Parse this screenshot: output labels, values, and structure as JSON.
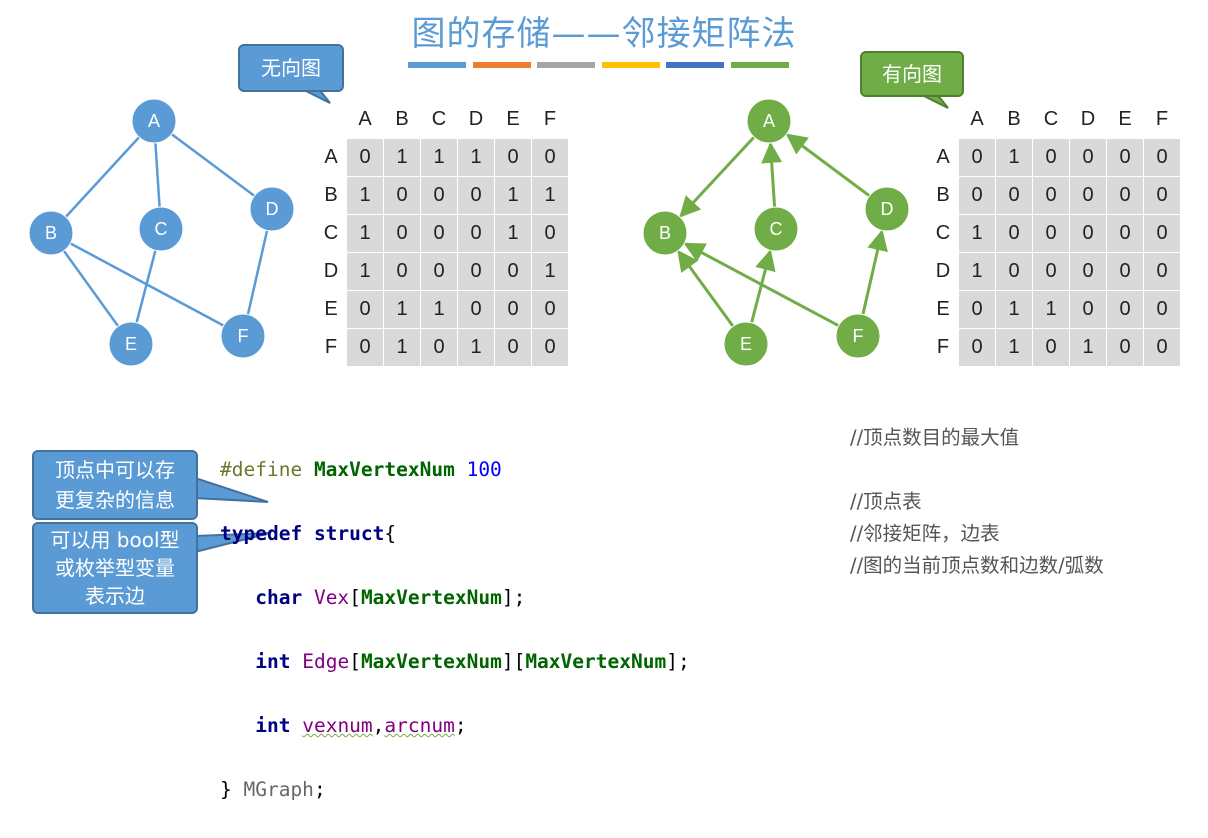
{
  "title": "图的存储——邻接矩阵法",
  "color_bars": [
    "#5b9bd5",
    "#ed7d31",
    "#a5a5a5",
    "#ffc000",
    "#4472c4",
    "#70ad47"
  ],
  "undirected": {
    "callout": "无向图",
    "node_color": "#5b9bd5",
    "edge_color": "#5b9bd5",
    "nodes": [
      "A",
      "B",
      "C",
      "D",
      "E",
      "F"
    ],
    "edges": [
      [
        "A",
        "B"
      ],
      [
        "A",
        "C"
      ],
      [
        "A",
        "D"
      ],
      [
        "B",
        "E"
      ],
      [
        "B",
        "F"
      ],
      [
        "C",
        "E"
      ],
      [
        "D",
        "F"
      ]
    ],
    "col_headers": [
      "A",
      "B",
      "C",
      "D",
      "E",
      "F"
    ],
    "row_headers": [
      "A",
      "B",
      "C",
      "D",
      "E",
      "F"
    ],
    "matrix": [
      [
        "0",
        "1",
        "1",
        "1",
        "0",
        "0"
      ],
      [
        "1",
        "0",
        "0",
        "0",
        "1",
        "1"
      ],
      [
        "1",
        "0",
        "0",
        "0",
        "1",
        "0"
      ],
      [
        "1",
        "0",
        "0",
        "0",
        "0",
        "1"
      ],
      [
        "0",
        "1",
        "1",
        "0",
        "0",
        "0"
      ],
      [
        "0",
        "1",
        "0",
        "1",
        "0",
        "0"
      ]
    ]
  },
  "directed": {
    "callout": "有向图",
    "node_color": "#70ad47",
    "edge_color": "#70ad47",
    "nodes": [
      "A",
      "B",
      "C",
      "D",
      "E",
      "F"
    ],
    "arcs": [
      [
        "A",
        "B"
      ],
      [
        "C",
        "A"
      ],
      [
        "D",
        "A"
      ],
      [
        "E",
        "B"
      ],
      [
        "E",
        "C"
      ],
      [
        "F",
        "B"
      ],
      [
        "F",
        "D"
      ]
    ],
    "col_headers": [
      "A",
      "B",
      "C",
      "D",
      "E",
      "F"
    ],
    "row_headers": [
      "A",
      "B",
      "C",
      "D",
      "E",
      "F"
    ],
    "matrix": [
      [
        "0",
        "1",
        "0",
        "0",
        "0",
        "0"
      ],
      [
        "0",
        "0",
        "0",
        "0",
        "0",
        "0"
      ],
      [
        "1",
        "0",
        "0",
        "0",
        "0",
        "0"
      ],
      [
        "1",
        "0",
        "0",
        "0",
        "0",
        "0"
      ],
      [
        "0",
        "1",
        "1",
        "0",
        "0",
        "0"
      ],
      [
        "0",
        "1",
        "0",
        "1",
        "0",
        "0"
      ]
    ]
  },
  "code": {
    "line1": {
      "pre": "#define",
      "macro": "MaxVertexNum",
      "num": "100"
    },
    "line2": {
      "kw1": "typedef",
      "kw2": "struct",
      "rest": "{"
    },
    "line3": {
      "kw": "char",
      "field": "Vex",
      "b1": "[",
      "macro": "MaxVertexNum",
      "b2": "];"
    },
    "line4": {
      "kw": "int",
      "field": "Edge",
      "b1": "[",
      "macro1": "MaxVertexNum",
      "b2": "][",
      "macro2": "MaxVertexNum",
      "b3": "];"
    },
    "line5": {
      "kw": "int",
      "field1": "vexnum",
      "comma": ",",
      "field2": "arcnum",
      "end": ";"
    },
    "line6": {
      "brace": "} ",
      "name": "MGraph",
      "end": ";"
    }
  },
  "comments": {
    "c1": "//顶点数目的最大值",
    "c3": "//顶点表",
    "c4": "//邻接矩阵，边表",
    "c5": "//图的当前顶点数和边数/弧数"
  },
  "callouts": {
    "vertex_info": "顶点中可以存\n更复杂的信息",
    "edge_type_l1": "可以用 bool型",
    "edge_type_l2": "或枚举型变量",
    "edge_type_l3": "表示边"
  }
}
